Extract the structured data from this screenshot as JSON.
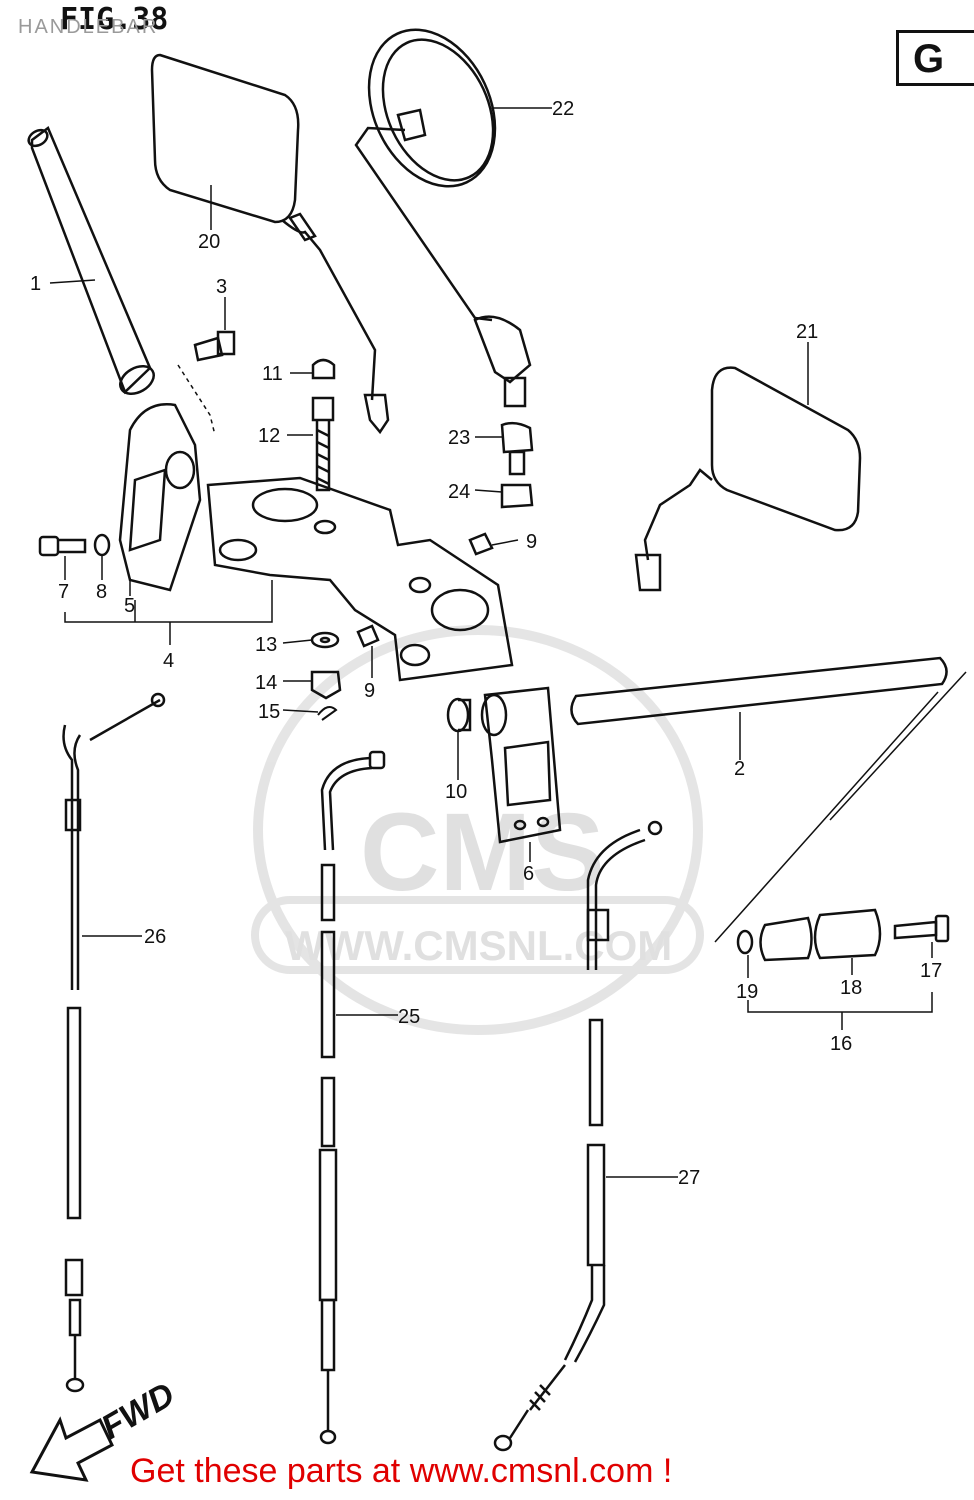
{
  "header": {
    "title": "HANDLEBAR",
    "figure": "FIG.38",
    "group_code": "G"
  },
  "watermark": {
    "logo_text": "CMS",
    "url_text": "WWW.CMSNL.COM"
  },
  "direction_label": "FWD",
  "parts": [
    {
      "number": "1"
    },
    {
      "number": "2"
    },
    {
      "number": "3"
    },
    {
      "number": "4"
    },
    {
      "number": "5"
    },
    {
      "number": "6"
    },
    {
      "number": "7"
    },
    {
      "number": "8"
    },
    {
      "number": "9"
    },
    {
      "number": "9"
    },
    {
      "number": "10"
    },
    {
      "number": "11"
    },
    {
      "number": "12"
    },
    {
      "number": "13"
    },
    {
      "number": "14"
    },
    {
      "number": "15"
    },
    {
      "number": "16"
    },
    {
      "number": "17"
    },
    {
      "number": "18"
    },
    {
      "number": "19"
    },
    {
      "number": "20"
    },
    {
      "number": "21"
    },
    {
      "number": "22"
    },
    {
      "number": "23"
    },
    {
      "number": "24"
    },
    {
      "number": "25"
    },
    {
      "number": "26"
    },
    {
      "number": "27"
    }
  ],
  "footer": {
    "promo": "Get these parts at www.cmsnl.com !"
  }
}
